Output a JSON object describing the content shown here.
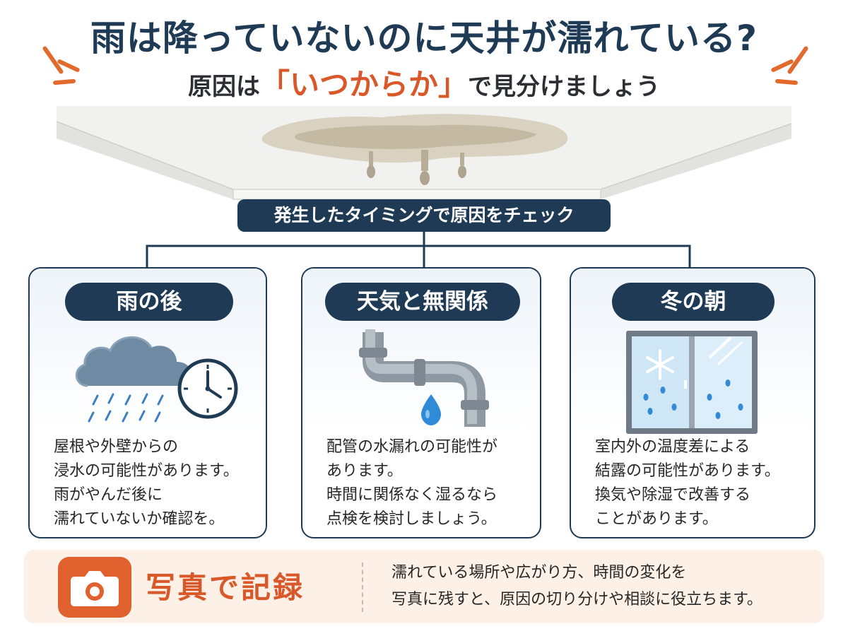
{
  "header": {
    "title": "雨は降っていないのに天井が濡れている?",
    "subtitle_prefix": "原因は",
    "subtitle_highlight": "「いつからか」",
    "subtitle_suffix": "で見分けましょう"
  },
  "timing_label": "発生したタイミングで原因をチェック",
  "cards": [
    {
      "title": "雨の後",
      "icon": "rain-cloud-clock-icon",
      "text": "屋根や外壁からの\n浸水の可能性があります。\n雨がやんだ後に\n濡れていないか確認を。"
    },
    {
      "title": "天気と無関係",
      "icon": "leaking-pipe-icon",
      "text": "配管の水漏れの可能性が\nあります。\n時間に関係なく湿るなら\n点検を検討しましょう。"
    },
    {
      "title": "冬の朝",
      "icon": "condensation-window-icon",
      "text": "室内外の温度差による\n結露の可能性があります。\n換気や除湿で改善する\nことがあります。"
    }
  ],
  "banner": {
    "icon": "camera-icon",
    "label": "写真で記録",
    "text": "濡れている場所や広がり方、時間の変化を\n写真に残すと、原因の切り分けや相談に役立ちます。"
  },
  "colors": {
    "navy": "#1f3a55",
    "accent_orange": "#d9582a",
    "banner_bg": "#fdf0e6"
  }
}
